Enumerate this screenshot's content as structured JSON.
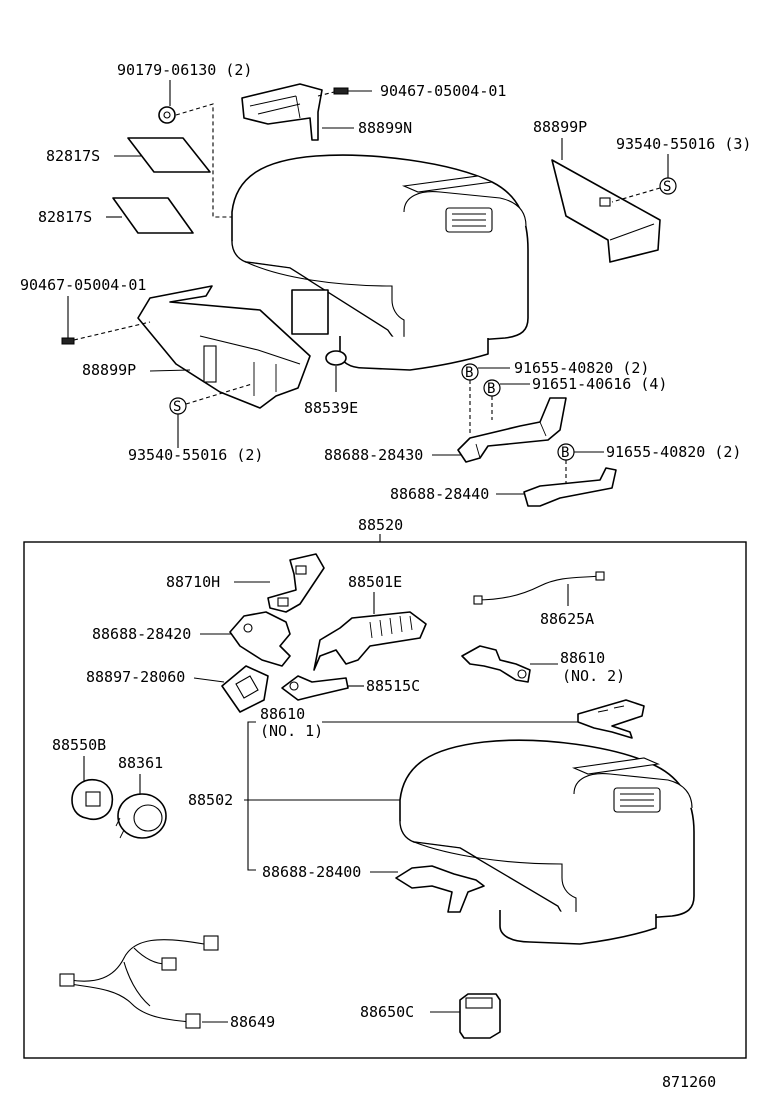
{
  "labels": {
    "p90179": "90179-06130 (2)",
    "p90467_top": "90467-05004-01",
    "p88899N": "88899N",
    "p88899P_right": "88899P",
    "p93540_right": "93540-55016 (3)",
    "p82817S_a": "82817S",
    "p82817S_b": "82817S",
    "p90467_left": "90467-05004-01",
    "p88899P_left": "88899P",
    "p88539E": "88539E",
    "p93540_left": "93540-55016 (2)",
    "p91655_a": "91655-40820 (2)",
    "p91651": "91651-40616 (4)",
    "p88688_28430": "88688-28430",
    "p91655_b": "91655-40820 (2)",
    "p88688_28440": "88688-28440",
    "p88520": "88520",
    "p88710H": "88710H",
    "p88501E": "88501E",
    "p88625A": "88625A",
    "p88688_28420": "88688-28420",
    "p88610_no2": "88610",
    "p88610_no2_sub": "(NO. 2)",
    "p88897": "88897-28060",
    "p88515C": "88515C",
    "p88610_no1": "88610",
    "p88610_no1_sub": "(NO. 1)",
    "p88550B": "88550B",
    "p88361": "88361",
    "p88502": "88502",
    "p88688_28400": "88688-28400",
    "p88649": "88649",
    "p88650C": "88650C",
    "diagram_no": "871260"
  },
  "markers": {
    "s": "S",
    "b": "B"
  },
  "icons": {
    "clip": "clip-icon",
    "screw": "screw-icon",
    "bolt": "bolt-icon"
  }
}
